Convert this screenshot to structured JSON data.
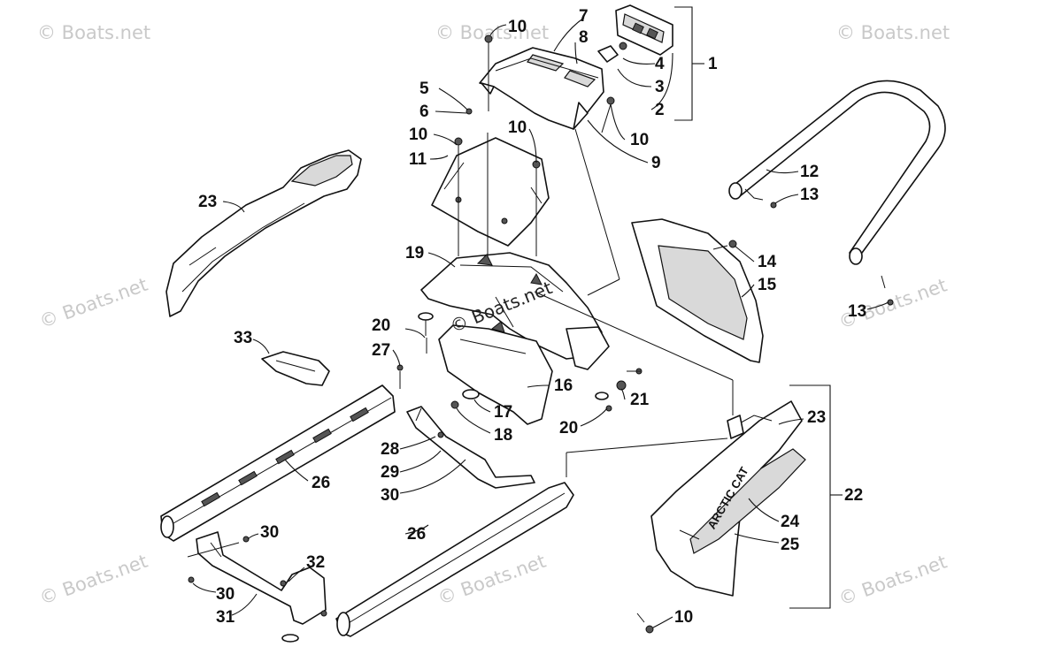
{
  "watermark": {
    "text": "© Boats.net",
    "center_text": "© Boats.net"
  },
  "brand_decal": "ARCTIC CAT",
  "callouts": {
    "c1": "1",
    "c2": "2",
    "c3": "3",
    "c4": "4",
    "c5": "5",
    "c6": "6",
    "c7": "7",
    "c8": "8",
    "c9": "9",
    "c10a": "10",
    "c10b": "10",
    "c10c": "10",
    "c10d": "10",
    "c10e": "10",
    "c11": "11",
    "c12": "12",
    "c13a": "13",
    "c13b": "13",
    "c14": "14",
    "c15": "15",
    "c16": "16",
    "c17": "17",
    "c18": "18",
    "c19": "19",
    "c20a": "20",
    "c20b": "20",
    "c21": "21",
    "c22": "22",
    "c23a": "23",
    "c23b": "23",
    "c24": "24",
    "c25": "25",
    "c26a": "26",
    "c26b": "26",
    "c27": "27",
    "c28": "28",
    "c29": "29",
    "c30a": "30",
    "c30b": "30",
    "c30c": "30",
    "c31": "31",
    "c32": "32",
    "c33": "33"
  }
}
